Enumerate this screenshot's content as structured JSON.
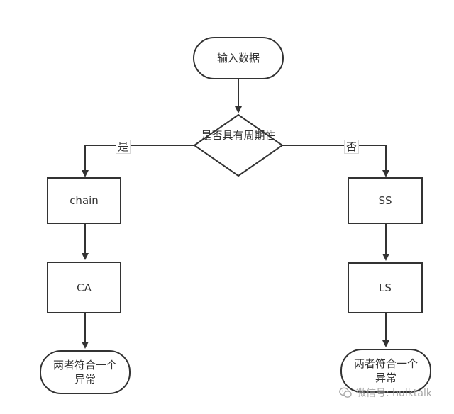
{
  "nodes": {
    "start": "输入数据",
    "decision": "是否具有周期性",
    "left_1": "chain",
    "left_2": "CA",
    "left_end": "两者符合一个异常",
    "right_1": "SS",
    "right_2": "LS",
    "right_end": "两者符合一个异常"
  },
  "edges": {
    "yes_label": "是",
    "no_label": "否"
  },
  "watermark": "微信号: hulktalk",
  "colors": {
    "line": "#333333",
    "watermark": "#a6a6a6"
  }
}
